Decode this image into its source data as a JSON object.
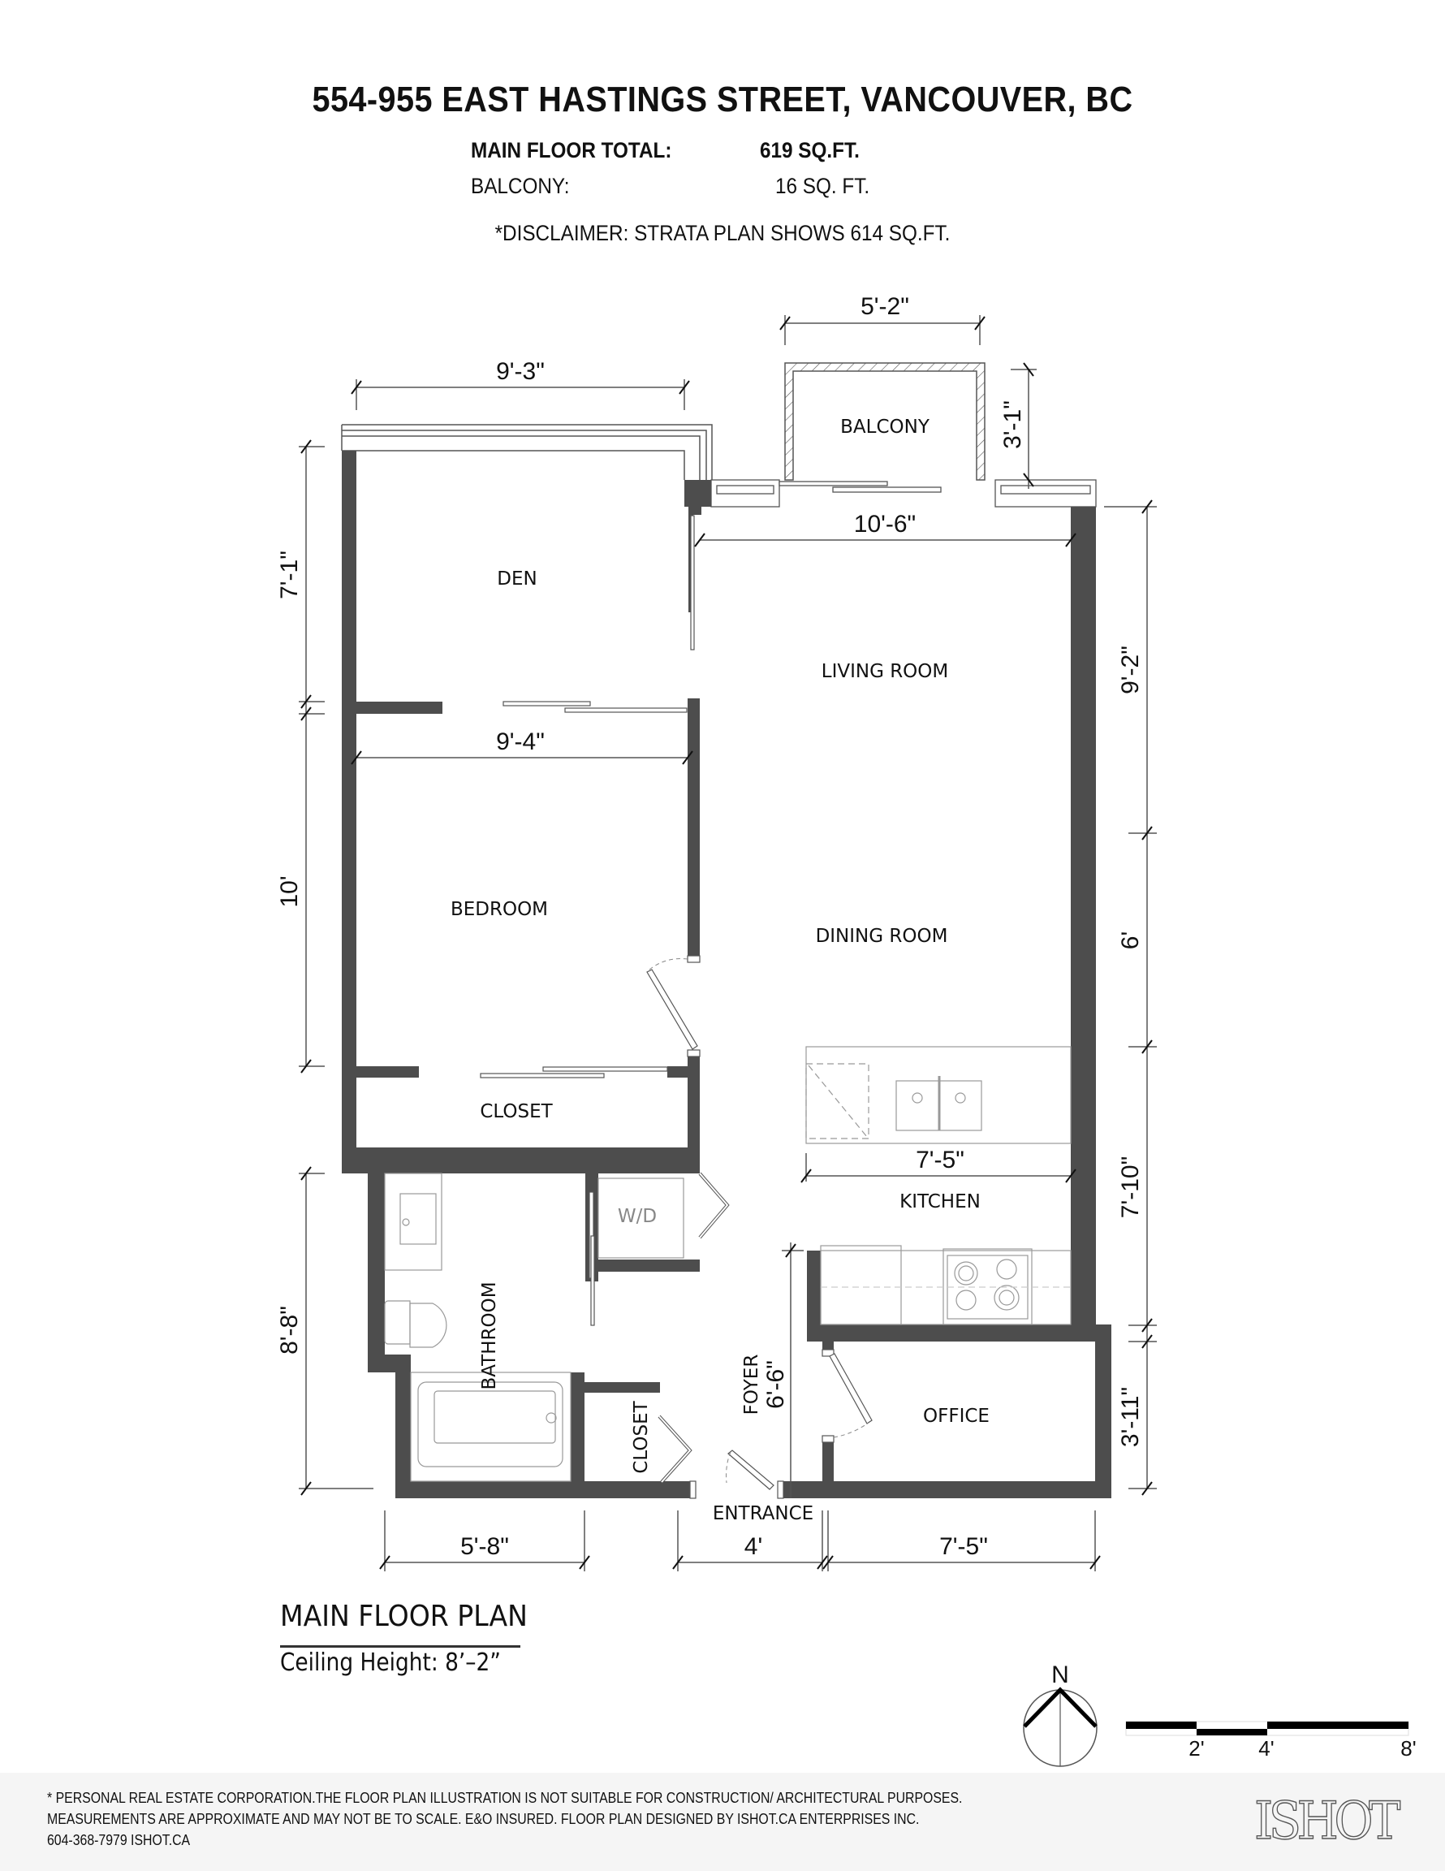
{
  "header": {
    "address": "554-955 EAST HASTINGS STREET, VANCOUVER, BC",
    "main_floor_label": "MAIN FLOOR TOTAL:",
    "main_floor_value": "619 SQ.FT.",
    "balcony_label": "BALCONY:",
    "balcony_value": "16 SQ. FT.",
    "disclaimer": "*DISCLAIMER: STRATA PLAN SHOWS 614 SQ.FT."
  },
  "rooms": {
    "balcony": "BALCONY",
    "den": "DEN",
    "living_room": "LIVING ROOM",
    "bedroom": "BEDROOM",
    "dining_room": "DINING ROOM",
    "closet_bedroom": "CLOSET",
    "kitchen": "KITCHEN",
    "washer_dryer": "W/D",
    "bathroom": "BATHROOM",
    "foyer": "FOYER",
    "closet_entry": "CLOSET",
    "office": "OFFICE",
    "entrance": "ENTRANCE"
  },
  "dimensions": {
    "balcony_width": "5'-2\"",
    "balcony_depth": "3'-1\"",
    "den_width": "9'-3\"",
    "living_width": "10'-6\"",
    "bedroom_width": "9'-4\"",
    "kitchen_width": "7'-5\"",
    "left_den": "7'-1\"",
    "left_bedroom": "10'",
    "left_bath": "8'-8\"",
    "right_living": "9'-2\"",
    "right_dining": "6'",
    "right_kitchen": "7'-10\"",
    "right_office": "3'-11\"",
    "foyer_length": "6'-6\"",
    "bottom_bath": "5'-8\"",
    "bottom_entrance": "4'",
    "bottom_office": "7'-5\""
  },
  "plan_caption": {
    "title": "MAIN FLOOR PLAN",
    "ceiling": "Ceiling Height: 8’–2”"
  },
  "compass": {
    "label": "N",
    "icon": "north-arrow-icon"
  },
  "scale_bar": {
    "ticks": [
      "2'",
      "4'",
      "8'"
    ]
  },
  "footer": {
    "line1": "* PERSONAL REAL ESTATE CORPORATION.THE FLOOR PLAN ILLUSTRATION IS NOT SUITABLE FOR CONSTRUCTION/ ARCHITECTURAL PURPOSES.",
    "line2": "MEASUREMENTS ARE APPROXIMATE AND MAY NOT BE TO SCALE. E&O INSURED. FLOOR PLAN DESIGNED BY ISHOT.CA ENTERPRISES INC.",
    "line3": "604-368-7979  ISHOT.CA",
    "logo": "ISHOT"
  },
  "colors": {
    "wall": "#4d4d4d",
    "line": "#555555",
    "footer_bg": "#f5f5f5"
  }
}
